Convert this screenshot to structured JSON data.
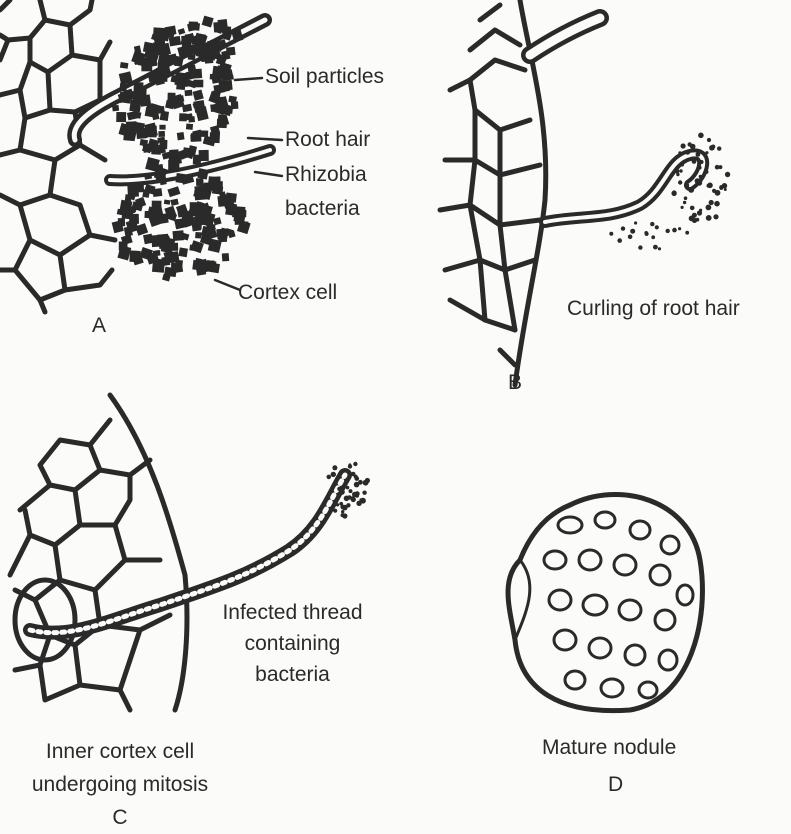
{
  "panels": {
    "a": {
      "letter": "A",
      "labels": {
        "soil_particles": "Soil particles",
        "root_hair": "Root hair",
        "rhizobia_line1": "Rhizobia",
        "rhizobia_line2": "bacteria",
        "cortex_cell": "Cortex cell"
      }
    },
    "b": {
      "letter": "B",
      "labels": {
        "curling": "Curling of root hair"
      }
    },
    "c": {
      "letter": "C",
      "labels": {
        "thread_line1": "Infected thread",
        "thread_line2": "containing",
        "thread_line3": "bacteria",
        "inner_line1": "Inner cortex cell",
        "inner_line2": "undergoing mitosis"
      }
    },
    "d": {
      "letter": "D",
      "labels": {
        "mature_nodule": "Mature nodule"
      }
    }
  },
  "colors": {
    "ink": "#2a2a2a",
    "paper": "#fbfbf9"
  }
}
